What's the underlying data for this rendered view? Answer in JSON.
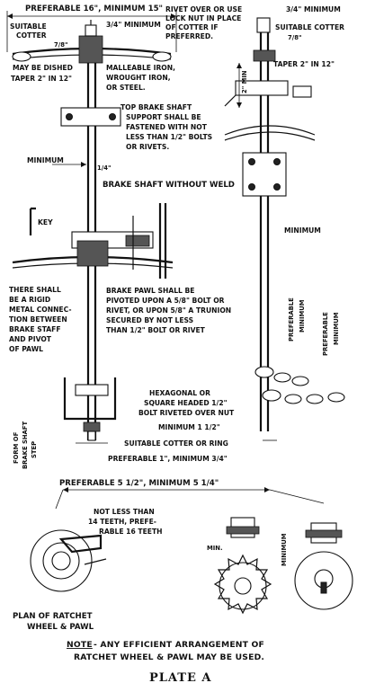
{
  "labels": {
    "preferable_16": "PREFERABLE 16\", MINIMUM 15\"",
    "suitable_cotter_left_1": "SUITABLE",
    "suitable_cotter_left_2": "COTTER",
    "min_3_4_top": "3/4\" MINIMUM",
    "min_7_8_left": "7/8\"",
    "rivet_over_1": "RIVET OVER OR USE",
    "rivet_over_2": "LOCK NUT IN PLACE",
    "rivet_over_3": "OF COTTER IF",
    "rivet_over_4": "PREFERRED.",
    "min_3_4_right": "3/4\" MINIMUM",
    "suitable_cotter_right": "SUITABLE COTTER",
    "min_7_8_right": "7/8\"",
    "taper_right": "TAPER 2\" IN 12\"",
    "may_be_dished": "MAY BE DISHED",
    "taper_left": "TAPER 2\" IN 12\"",
    "malleable_1": "MALLEABLE IRON,",
    "malleable_2": "WROUGHT IRON,",
    "malleable_3": "OR STEEL.",
    "two_inch_min": "2\" MIN",
    "top_support_1": "TOP BRAKE SHAFT",
    "top_support_2": "SUPPORT SHALL BE",
    "top_support_3": "FASTENED WITH NOT",
    "top_support_4": "LESS THAN 1/2\" BOLTS",
    "top_support_5": "OR RIVETS.",
    "minimum_left": "MINIMUM",
    "quarter_left": "1/4\"",
    "brake_shaft_without_weld": "BRAKE SHAFT WITHOUT WELD",
    "key": "KEY",
    "minimum_right": "MINIMUM",
    "rigid_1": "THERE SHALL",
    "rigid_2": "BE A RIGID",
    "rigid_3": "METAL CONNEC-",
    "rigid_4": "TION BETWEEN",
    "rigid_5": "BRAKE STAFF",
    "rigid_6": "AND PIVOT",
    "rigid_7": "OF PAWL",
    "pawl_1": "BRAKE PAWL SHALL BE",
    "pawl_2": "PIVOTED UPON A 5/8\" BOLT OR",
    "pawl_3": "RIVET, OR UPON 5/8\" A TRUNION",
    "pawl_4": "SECURED BY NOT LESS",
    "pawl_5": "THAN 1/2\" BOLT OR RIVET",
    "preferable_vert": "PREFERABLE",
    "minimum_vert": "MINIMUM",
    "preferable_vert2": "PREFERABLE",
    "minimum_vert2": "MINIMUM",
    "hex_1": "HEXAGONAL OR",
    "hex_2": "SQUARE HEADED 1/2\"",
    "hex_3": "BOLT RIVETED OVER NUT",
    "min_1_half": "MINIMUM 1 1/2\"",
    "form_step_1": "FORM OF",
    "form_step_2": "BRAKE SHAFT",
    "form_step_3": "STEP",
    "suitable_cotter_ring": "SUITABLE COTTER OR RING",
    "preferable_1": "PREFERABLE 1\", MINIMUM 3/4\"",
    "preferable_5": "PREFERABLE 5 1/2\", MINIMUM 5 1/4\"",
    "not_less_1": "NOT LESS THAN",
    "not_less_2": "14 TEETH, PREFE-",
    "not_less_3": "RABLE 16 TEETH",
    "min_label": "MIN.",
    "minimum_lower": "MINIMUM",
    "plan_1": "PLAN OF RATCHET",
    "plan_2": "WHEEL & PAWL",
    "note_lead": "NOTE",
    "note_1": "- ANY EFFICIENT ARRANGEMENT OF",
    "note_2": "RATCHET WHEEL & PAWL MAY BE USED.",
    "plate": "PLATE A"
  }
}
